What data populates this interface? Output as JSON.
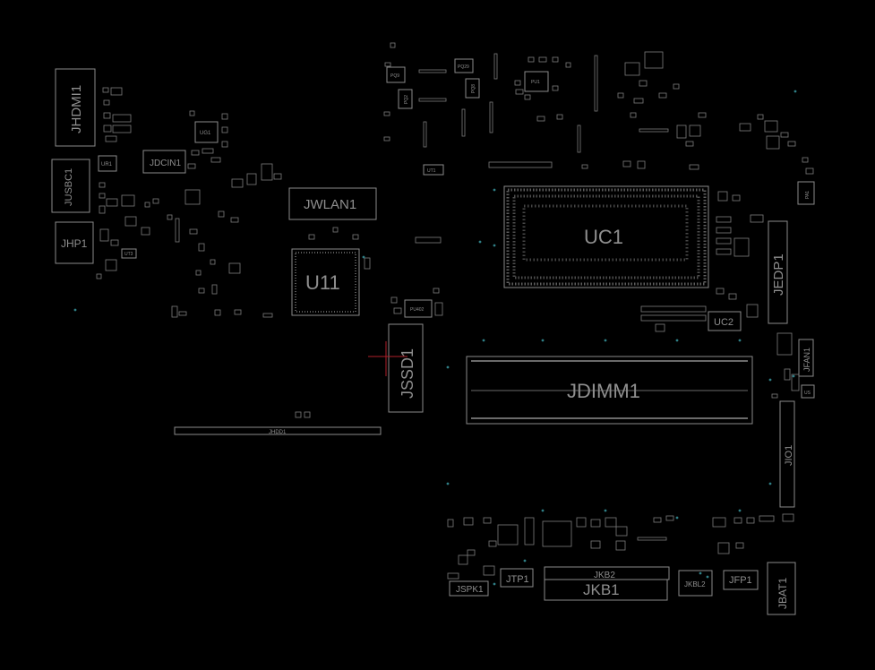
{
  "board": {
    "background": "#000000",
    "outline_color": "#8a8a8a",
    "label_color": "#8e8e8e",
    "via_color": "#2f7f86"
  },
  "components": {
    "jhdmi1": "JHDMI1",
    "jusbc1": "JUSBC1",
    "jhp1": "JHP1",
    "jdcin1": "JDCIN1",
    "jwlan1": "JWLAN1",
    "u11": "U11",
    "uc1": "UC1",
    "jedp1": "JEDP1",
    "uc2": "UC2",
    "jfan1": "JFAN1",
    "jssd1": "JSSD1",
    "jdimm1": "JDIMM1",
    "jio1": "JIO1",
    "jhdd1": "JHDD1",
    "jspk1": "JSPK1",
    "jtp1": "JTP1",
    "jkb2": "JKB2",
    "jkb1": "JKB1",
    "jkbl2": "JKBL2",
    "jfp1": "JFP1",
    "jbat1": "JBAT1",
    "ug1": "UG1",
    "ur1": "UR1",
    "ut3": "UT3",
    "pq9": "PQ9",
    "pq29": "PQ29",
    "pq2": "PQ2",
    "pq8": "PQ8",
    "pu1": "PU1",
    "ut1": "UT1",
    "pu402": "PU402",
    "pa1": "PA1",
    "us": "US"
  }
}
